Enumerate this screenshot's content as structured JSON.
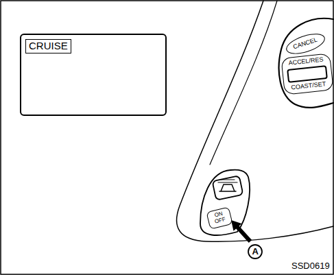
{
  "diagram": {
    "nodes": [
      {
        "text": [
          "CRUISE"
        ]
      },
      {
        "text": [
          "CANCEL"
        ]
      },
      {
        "text": [
          "ACCEL/RES",
          "COAST/SET"
        ]
      },
      {
        "text": [
          "ON OFF"
        ]
      }
    ],
    "labels": [
      "A",
      "SSD0619"
    ]
  }
}
